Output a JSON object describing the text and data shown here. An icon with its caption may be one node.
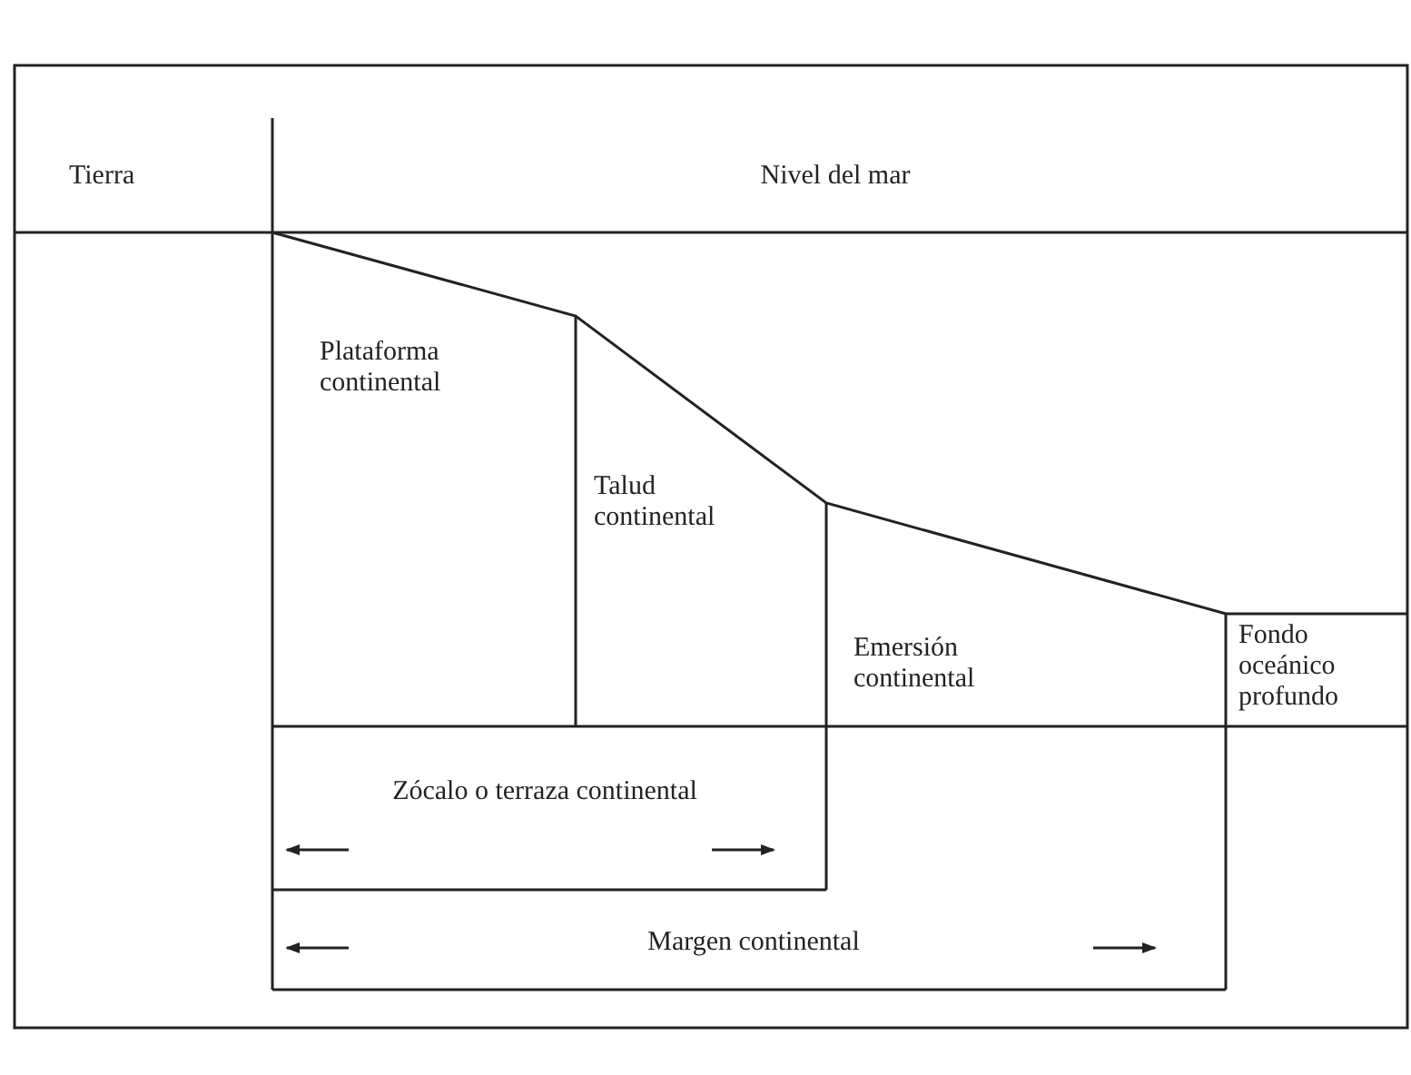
{
  "diagram": {
    "labels": [
      "Tierra",
      "Nivel del mar",
      "Plataforma continental",
      "Talud continental",
      "Emersión continental",
      "Fondo oceánico profundo",
      "Zócalo o terraza continental",
      "Margen continental"
    ]
  }
}
